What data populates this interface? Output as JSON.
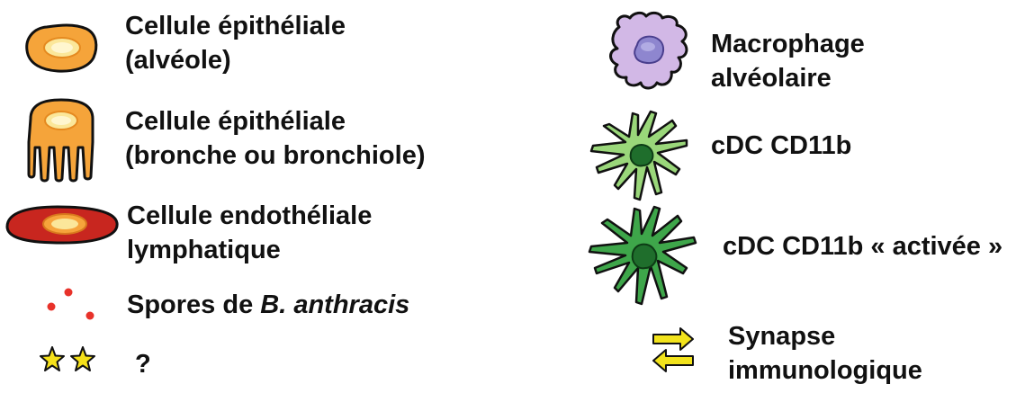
{
  "legend": {
    "left": [
      {
        "icon": "alveolar-epithelial-cell-icon",
        "lines": [
          "Cellule épithéliale",
          "(alvéole)"
        ]
      },
      {
        "icon": "bronchial-epithelial-cell-icon",
        "lines": [
          "Cellule épithéliale",
          "(bronche ou bronchiole)"
        ]
      },
      {
        "icon": "lymphatic-endothelial-cell-icon",
        "lines": [
          "Cellule endothéliale",
          "lymphatique"
        ]
      },
      {
        "icon": "spores-icon",
        "prefix": "Spores de ",
        "italic": "B. anthracis"
      },
      {
        "icon": "stars-icon",
        "lines": [
          "?"
        ]
      }
    ],
    "right": [
      {
        "icon": "macrophage-icon",
        "lines": [
          "Macrophage",
          "alvéolaire"
        ]
      },
      {
        "icon": "cdc-cd11b-icon",
        "lines": [
          "cDC CD11b"
        ]
      },
      {
        "icon": "activated-cdc-cd11b-icon",
        "lines": [
          "cDC CD11b « activée »"
        ]
      },
      {
        "icon": "synapse-arrows-icon",
        "lines": [
          "Synapse",
          "immunologique"
        ]
      }
    ]
  },
  "colors": {
    "epithelial_fill": "#f5a43a",
    "epithelial_nucleus": "#fbe79a",
    "endothelial_fill": "#c8261f",
    "spore": "#e8322a",
    "star": "#f5e11a",
    "macrophage_fill": "#d2b8e6",
    "macrophage_nucleus": "#8e86cf",
    "cdc_fill": "#9ad77a",
    "cdc_active_fill": "#3ea64a",
    "cdc_nucleus": "#1f6e2c",
    "arrow_fill": "#f2e31c"
  }
}
